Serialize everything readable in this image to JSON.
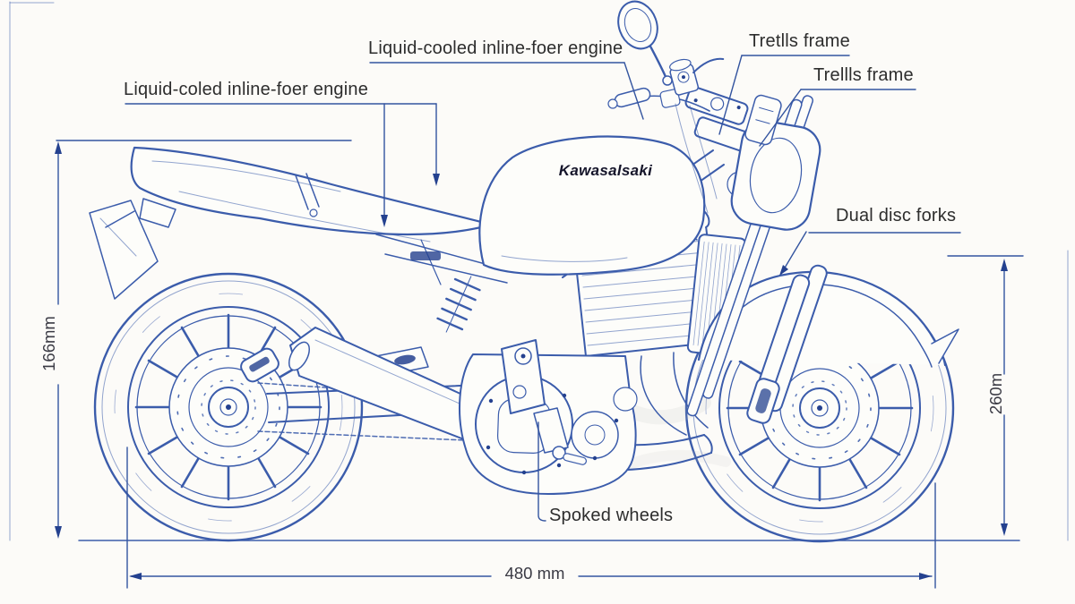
{
  "brand": {
    "logo": "Kawasalsaki"
  },
  "labels": {
    "engine_top": "Liquid-cooled inline-foer engine",
    "engine_left": "Liquid-coled inline-foer engine",
    "frame_top": "Tretlls frame",
    "frame_right": "Trellls frame",
    "forks": "Dual disc forks",
    "wheels": "Spoked wheels"
  },
  "dimensions": {
    "left_height": "166mm",
    "right_height": "260m",
    "bottom_width": "480 mm"
  },
  "colors": {
    "blueprint_line": "#3b5cab",
    "accent_dark": "#24418f",
    "label_text": "#2d2d2d",
    "background": "#fcfbf8"
  }
}
